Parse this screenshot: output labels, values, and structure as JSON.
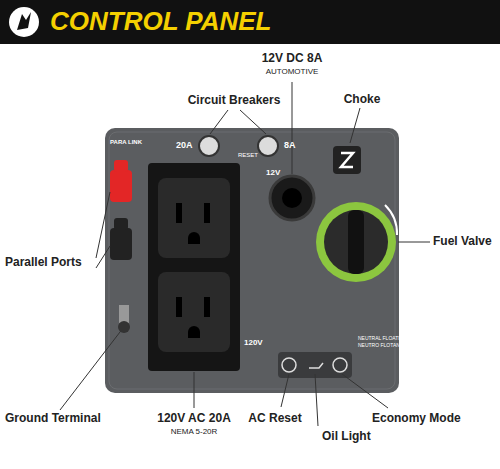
{
  "diagram": {
    "title": "CONTROL PANEL",
    "labels": [
      "Circuit Breakers",
      "12V DC 8A",
      "AUTOMOTIVE",
      "Choke",
      "Parallel Ports",
      "Fuel Valve",
      "20A",
      "8A",
      "RESET",
      "PARA LINK",
      "12V",
      "120V",
      "NEUTRAL FLOATING",
      "NEUTRO FLOTANTE",
      "Ground Terminal",
      "120V AC 20A",
      "NEMA 5-20R",
      "AC Reset",
      "Oil Light",
      "Economy Mode"
    ]
  }
}
